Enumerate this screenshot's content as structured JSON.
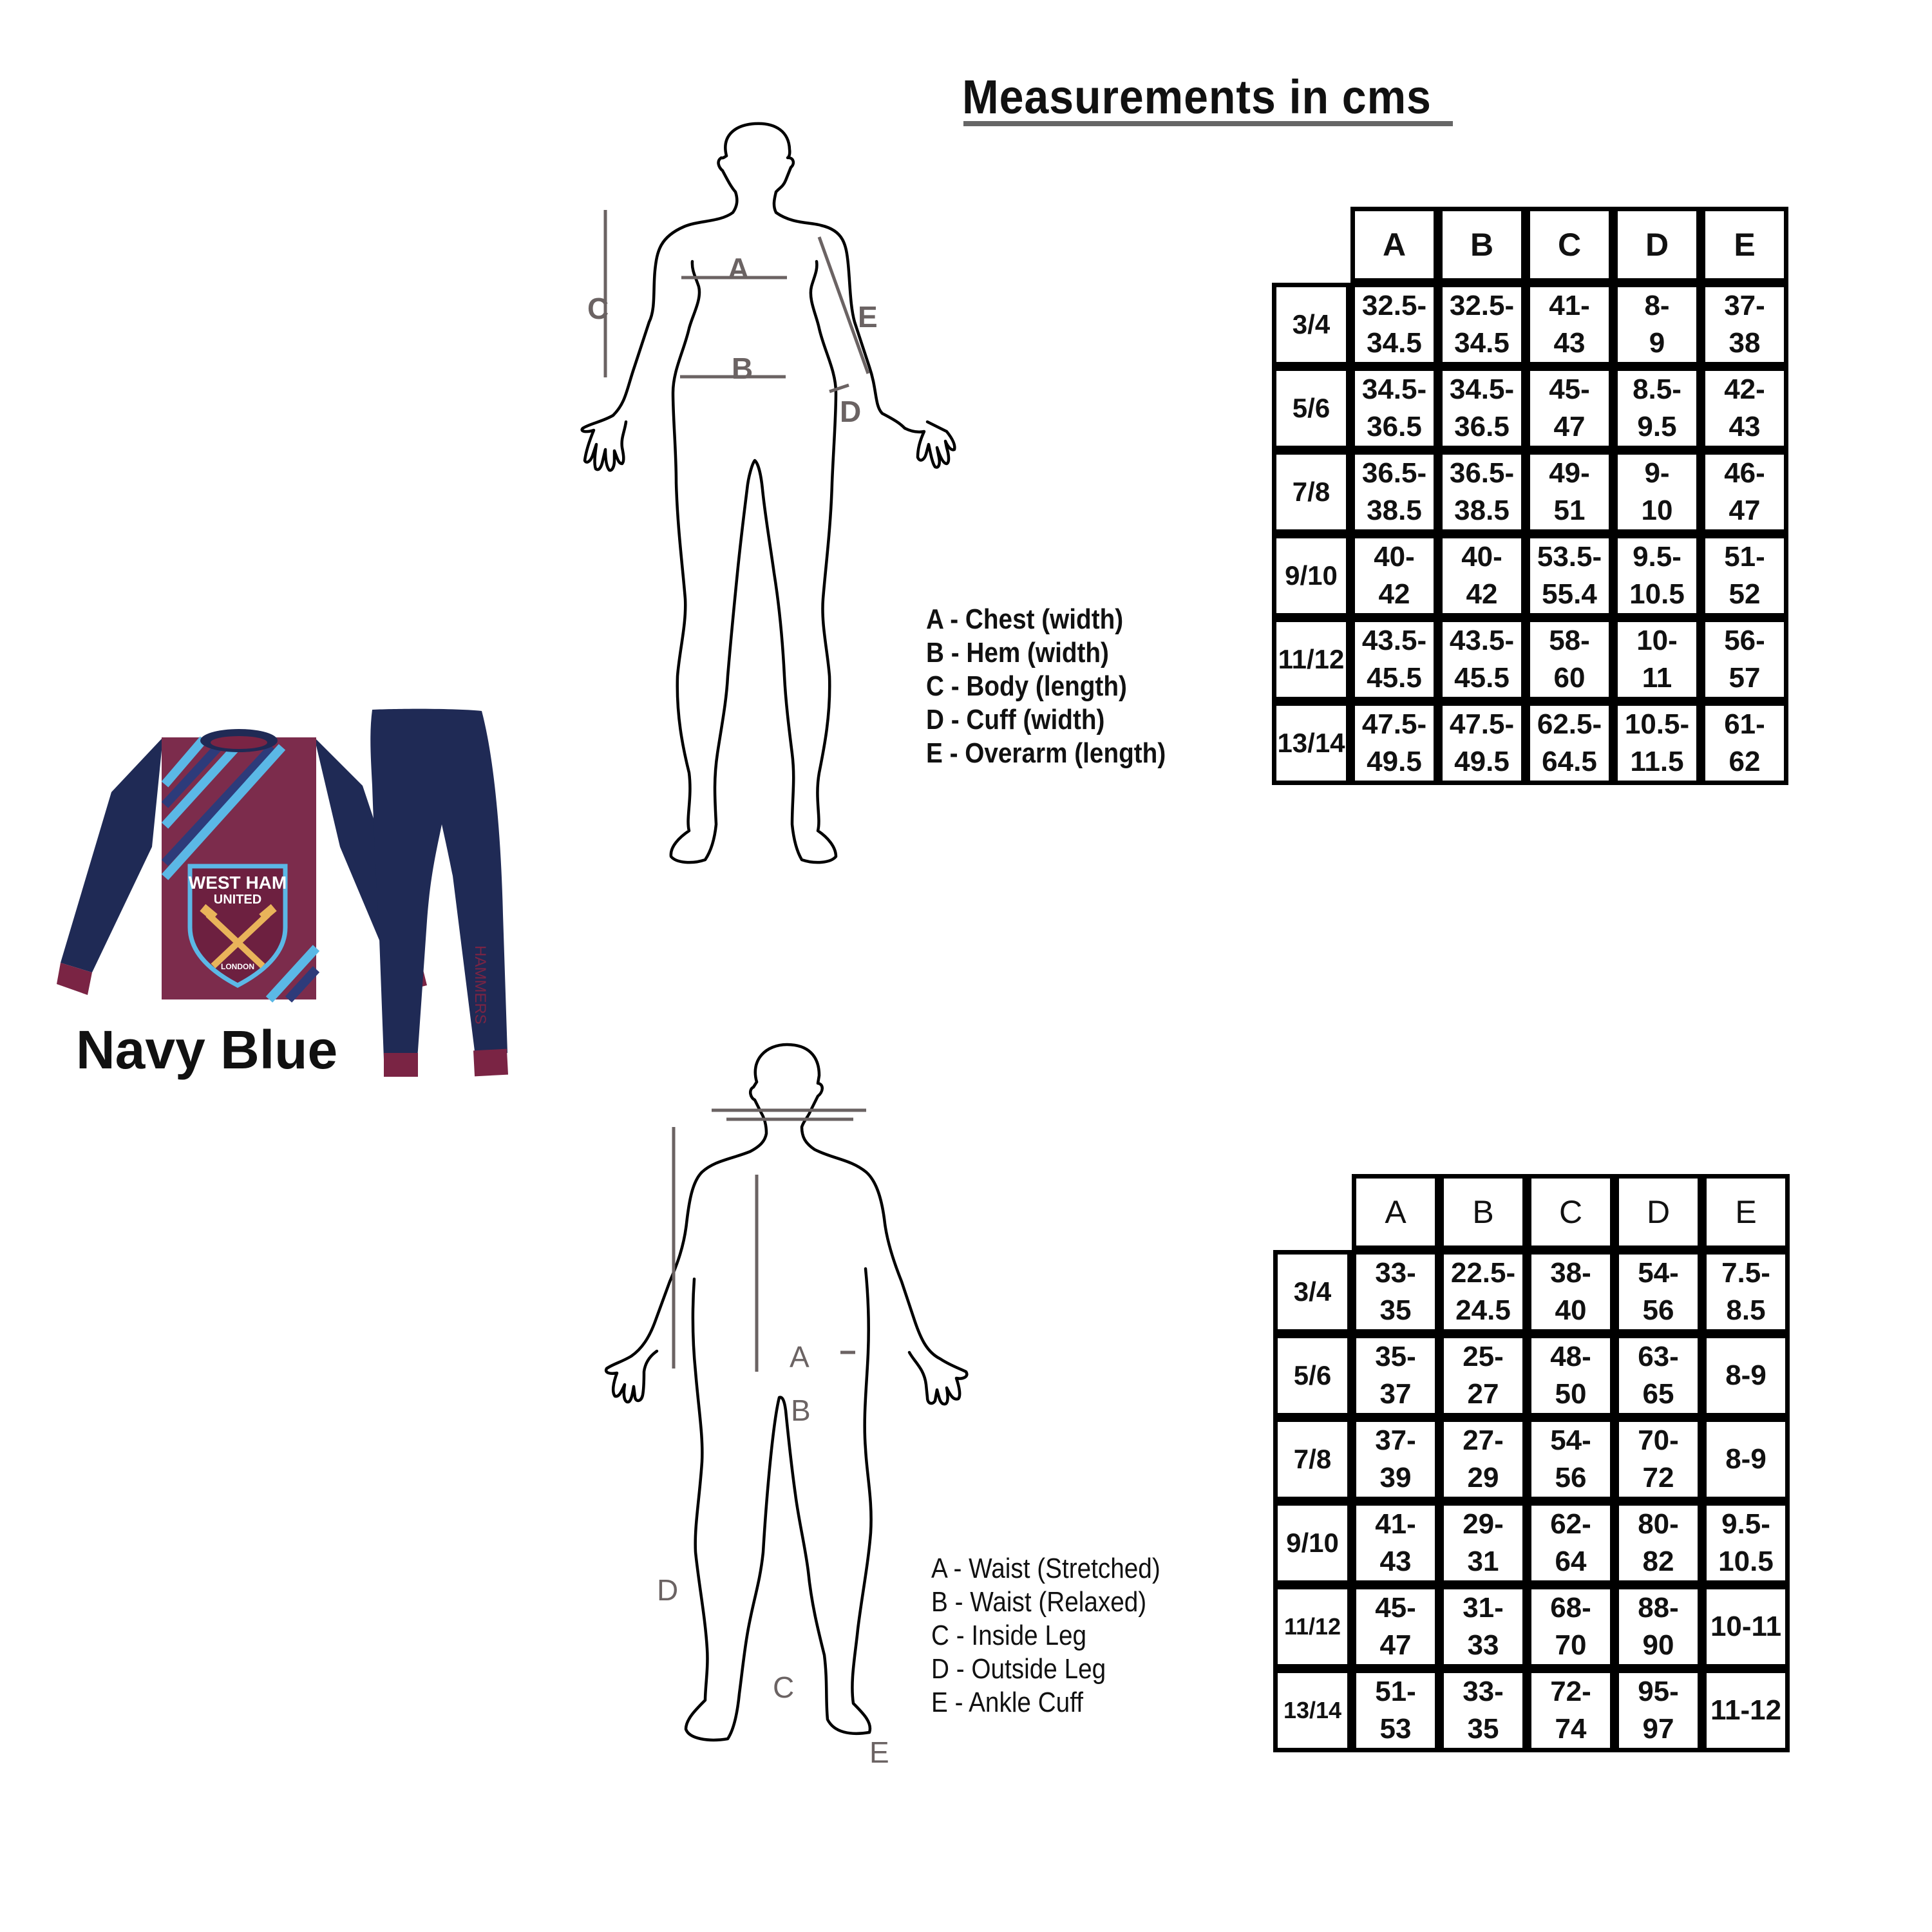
{
  "title": "Measurements in cms",
  "product": {
    "color_label": "Navy Blue",
    "crest_text_top": "WEST HAM",
    "crest_text_mid": "UNITED",
    "crest_text_bottom": "LONDON",
    "pants_text": "HAMMERS",
    "colors": {
      "navy": "#1f2a55",
      "claret": "#7a2444",
      "sky_blue": "#5bb8e6",
      "crest_gold": "#e9b45a"
    }
  },
  "top_diagram": {
    "labels": {
      "A": "A",
      "B": "B",
      "C": "C",
      "D": "D",
      "E": "E"
    },
    "legend": [
      "A - Chest (width)",
      "B - Hem (width)",
      "C - Body (length)",
      "D - Cuff (width)",
      "E - Overarm (length)"
    ],
    "table": {
      "columns": [
        "A",
        "B",
        "C",
        "D",
        "E"
      ],
      "rows": [
        {
          "size": "3/4",
          "values": [
            [
              "32.5-",
              "34.5"
            ],
            [
              "32.5-",
              "34.5"
            ],
            [
              "41-",
              "43"
            ],
            [
              "8-",
              "9"
            ],
            [
              "37-",
              "38"
            ]
          ]
        },
        {
          "size": "5/6",
          "values": [
            [
              "34.5-",
              "36.5"
            ],
            [
              "34.5-",
              "36.5"
            ],
            [
              "45-",
              "47"
            ],
            [
              "8.5-",
              "9.5"
            ],
            [
              "42-",
              "43"
            ]
          ]
        },
        {
          "size": "7/8",
          "values": [
            [
              "36.5-",
              "38.5"
            ],
            [
              "36.5-",
              "38.5"
            ],
            [
              "49-",
              "51"
            ],
            [
              "9-",
              "10"
            ],
            [
              "46-",
              "47"
            ]
          ]
        },
        {
          "size": "9/10",
          "values": [
            [
              "40-",
              "42"
            ],
            [
              "40-",
              "42"
            ],
            [
              "53.5-",
              "55.4"
            ],
            [
              "9.5-",
              "10.5"
            ],
            [
              "51-",
              "52"
            ]
          ]
        },
        {
          "size": "11/12",
          "values": [
            [
              "43.5-",
              "45.5"
            ],
            [
              "43.5-",
              "45.5"
            ],
            [
              "58-",
              "60"
            ],
            [
              "10-",
              "11"
            ],
            [
              "56-",
              "57"
            ]
          ]
        },
        {
          "size": "13/14",
          "values": [
            [
              "47.5-",
              "49.5"
            ],
            [
              "47.5-",
              "49.5"
            ],
            [
              "62.5-",
              "64.5"
            ],
            [
              "10.5-",
              "11.5"
            ],
            [
              "61-",
              "62"
            ]
          ]
        }
      ]
    }
  },
  "bottom_diagram": {
    "labels": {
      "A": "A",
      "B": "B",
      "C": "C",
      "D": "D",
      "E": "E"
    },
    "legend": [
      "A - Waist (Stretched)",
      "B - Waist (Relaxed)",
      "C - Inside Leg",
      "D - Outside Leg",
      "E - Ankle Cuff"
    ],
    "table": {
      "columns": [
        "A",
        "B",
        "C",
        "D",
        "E"
      ],
      "rows": [
        {
          "size": "3/4",
          "values": [
            [
              "33-",
              "35"
            ],
            [
              "22.5-",
              "24.5"
            ],
            [
              "38-",
              "40"
            ],
            [
              "54-",
              "56"
            ],
            [
              "7.5-",
              "8.5"
            ]
          ]
        },
        {
          "size": "5/6",
          "values": [
            [
              "35-",
              "37"
            ],
            [
              "25-",
              "27"
            ],
            [
              "48-",
              "50"
            ],
            [
              "63-",
              "65"
            ],
            [
              "8-9"
            ]
          ]
        },
        {
          "size": "7/8",
          "values": [
            [
              "37-",
              "39"
            ],
            [
              "27-",
              "29"
            ],
            [
              "54-",
              "56"
            ],
            [
              "70-",
              "72"
            ],
            [
              "8-9"
            ]
          ]
        },
        {
          "size": "9/10",
          "values": [
            [
              "41-",
              "43"
            ],
            [
              "29-",
              "31"
            ],
            [
              "62-",
              "64"
            ],
            [
              "80-",
              "82"
            ],
            [
              "9.5-",
              "10.5"
            ]
          ]
        },
        {
          "size": "11/12",
          "values": [
            [
              "45-",
              "47"
            ],
            [
              "31-",
              "33"
            ],
            [
              "68-",
              "70"
            ],
            [
              "88-",
              "90"
            ],
            [
              "10-11"
            ]
          ]
        },
        {
          "size": "13/14",
          "values": [
            [
              "51-",
              "53"
            ],
            [
              "33-",
              "35"
            ],
            [
              "72-",
              "74"
            ],
            [
              "95-",
              "97"
            ],
            [
              "11-12"
            ]
          ]
        }
      ]
    }
  }
}
